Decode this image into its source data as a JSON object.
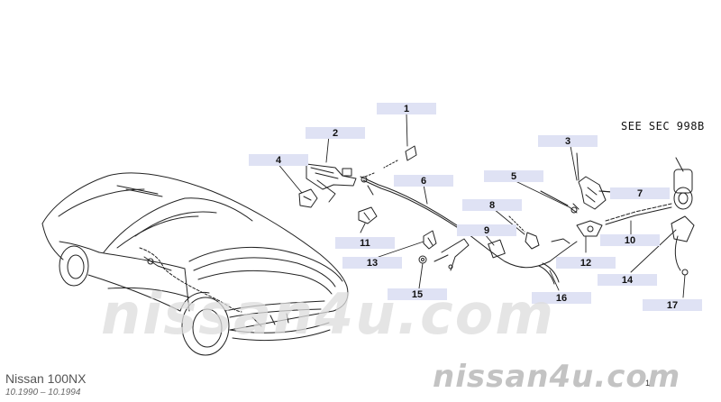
{
  "watermark": {
    "center": "nissan4u.com",
    "corner": "nissan4u.com"
  },
  "vehicle": {
    "model": "Nissan 100NX",
    "years": "10.1990 – 10.1994"
  },
  "reference_note": "SEE SEC 998B",
  "page_mark": "1",
  "callouts": [
    {
      "id": "1",
      "label": "1"
    },
    {
      "id": "2",
      "label": "2"
    },
    {
      "id": "3",
      "label": "3"
    },
    {
      "id": "4",
      "label": "4"
    },
    {
      "id": "5",
      "label": "5"
    },
    {
      "id": "6",
      "label": "6"
    },
    {
      "id": "7",
      "label": "7"
    },
    {
      "id": "8",
      "label": "8"
    },
    {
      "id": "9",
      "label": "9"
    },
    {
      "id": "10",
      "label": "10"
    },
    {
      "id": "11",
      "label": "11"
    },
    {
      "id": "12",
      "label": "12"
    },
    {
      "id": "13",
      "label": "13"
    },
    {
      "id": "14",
      "label": "14"
    },
    {
      "id": "15",
      "label": "15"
    },
    {
      "id": "16",
      "label": "16"
    },
    {
      "id": "17",
      "label": "17"
    }
  ],
  "colors": {
    "callout_bg": "#dfe2f4",
    "line": "#222222",
    "watermark": "#c3c3c3"
  }
}
